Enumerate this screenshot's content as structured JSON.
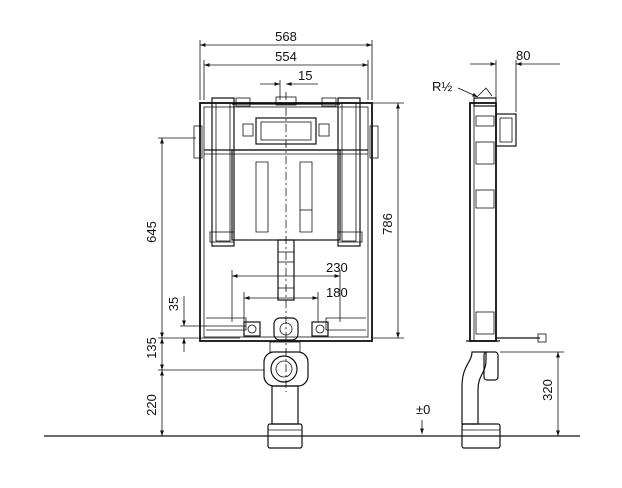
{
  "dimensions": {
    "overall_width": "568",
    "inner_width": "554",
    "center_offset": "15",
    "side_depth": "80",
    "connection_thread": "R½",
    "upper_height": "645",
    "total_height": "786",
    "bracket_offset": "35",
    "bolt_height": "135",
    "waste_height": "220",
    "bolt_spacing_outer": "230",
    "bolt_spacing_inner": "180",
    "side_waste_height": "320",
    "floor_level": "±0"
  }
}
